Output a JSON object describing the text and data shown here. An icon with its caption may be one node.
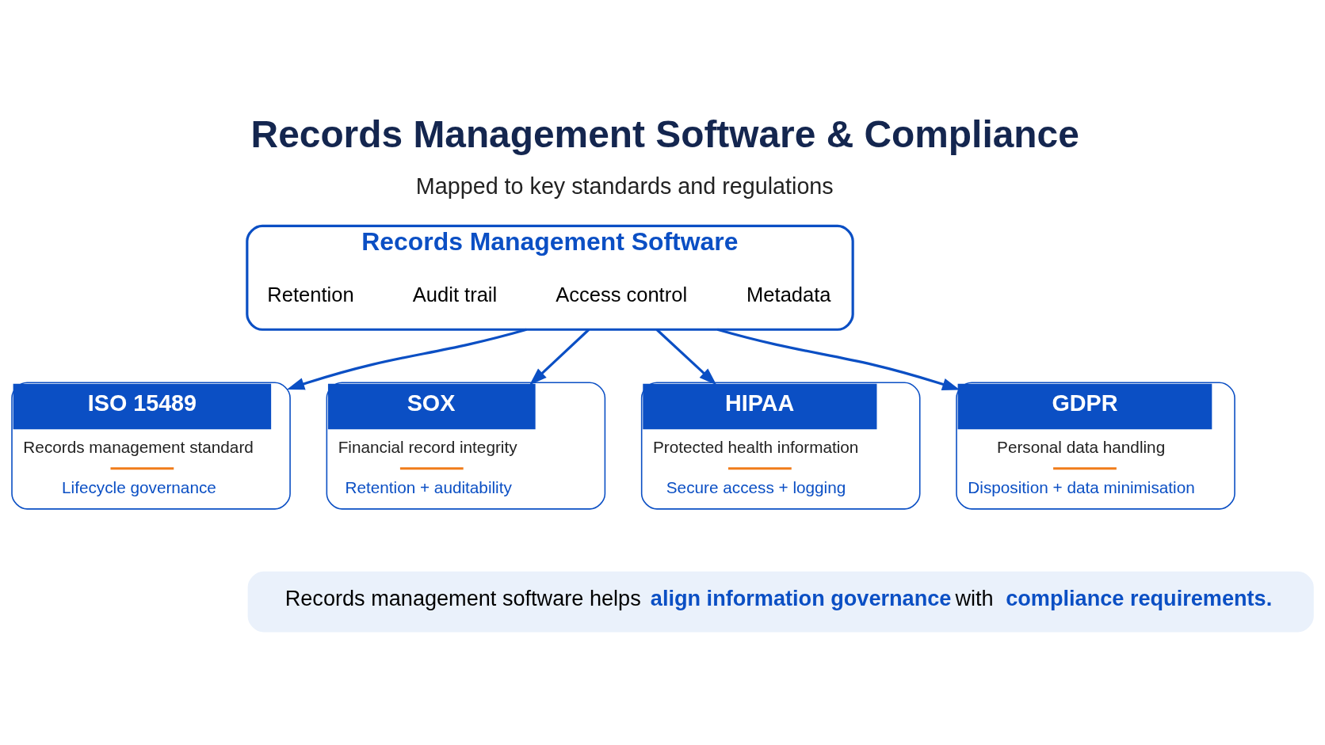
{
  "diagram": {
    "title": "Records Management Software & Compliance",
    "nodes": [
      {
        "text": [
          "Records Management Software"
        ]
      },
      {
        "text": [
          "Retention"
        ],
        "in": 0
      },
      {
        "text": [
          "Audit trail"
        ],
        "in": 0
      },
      {
        "text": [
          "Access control"
        ],
        "in": 0
      },
      {
        "text": [
          "Metadata"
        ],
        "in": 0
      },
      {
        "text": [
          "ISO 15489",
          "Records management standard",
          "Lifecycle governance"
        ]
      },
      {
        "text": [
          "SOX",
          "Financial record integrity",
          "Retention + auditability"
        ]
      },
      {
        "text": [
          "HIPAA",
          "Protected health information",
          "Secure access + logging"
        ]
      },
      {
        "text": [
          "GDPR",
          "Personal data handling",
          "Disposition + data minimisation"
        ]
      }
    ],
    "edges": [
      {
        "from": 0,
        "to": 5,
        "arrow": "to"
      },
      {
        "from": 0,
        "to": 6,
        "arrow": "to"
      },
      {
        "from": 0,
        "to": 7,
        "arrow": "to"
      },
      {
        "from": 0,
        "to": 8,
        "arrow": "to"
      }
    ],
    "labels": [
      "Mapped to key standards and regulations",
      "Records management software helps **align information governance** with **compliance requirements.**"
    ]
  }
}
